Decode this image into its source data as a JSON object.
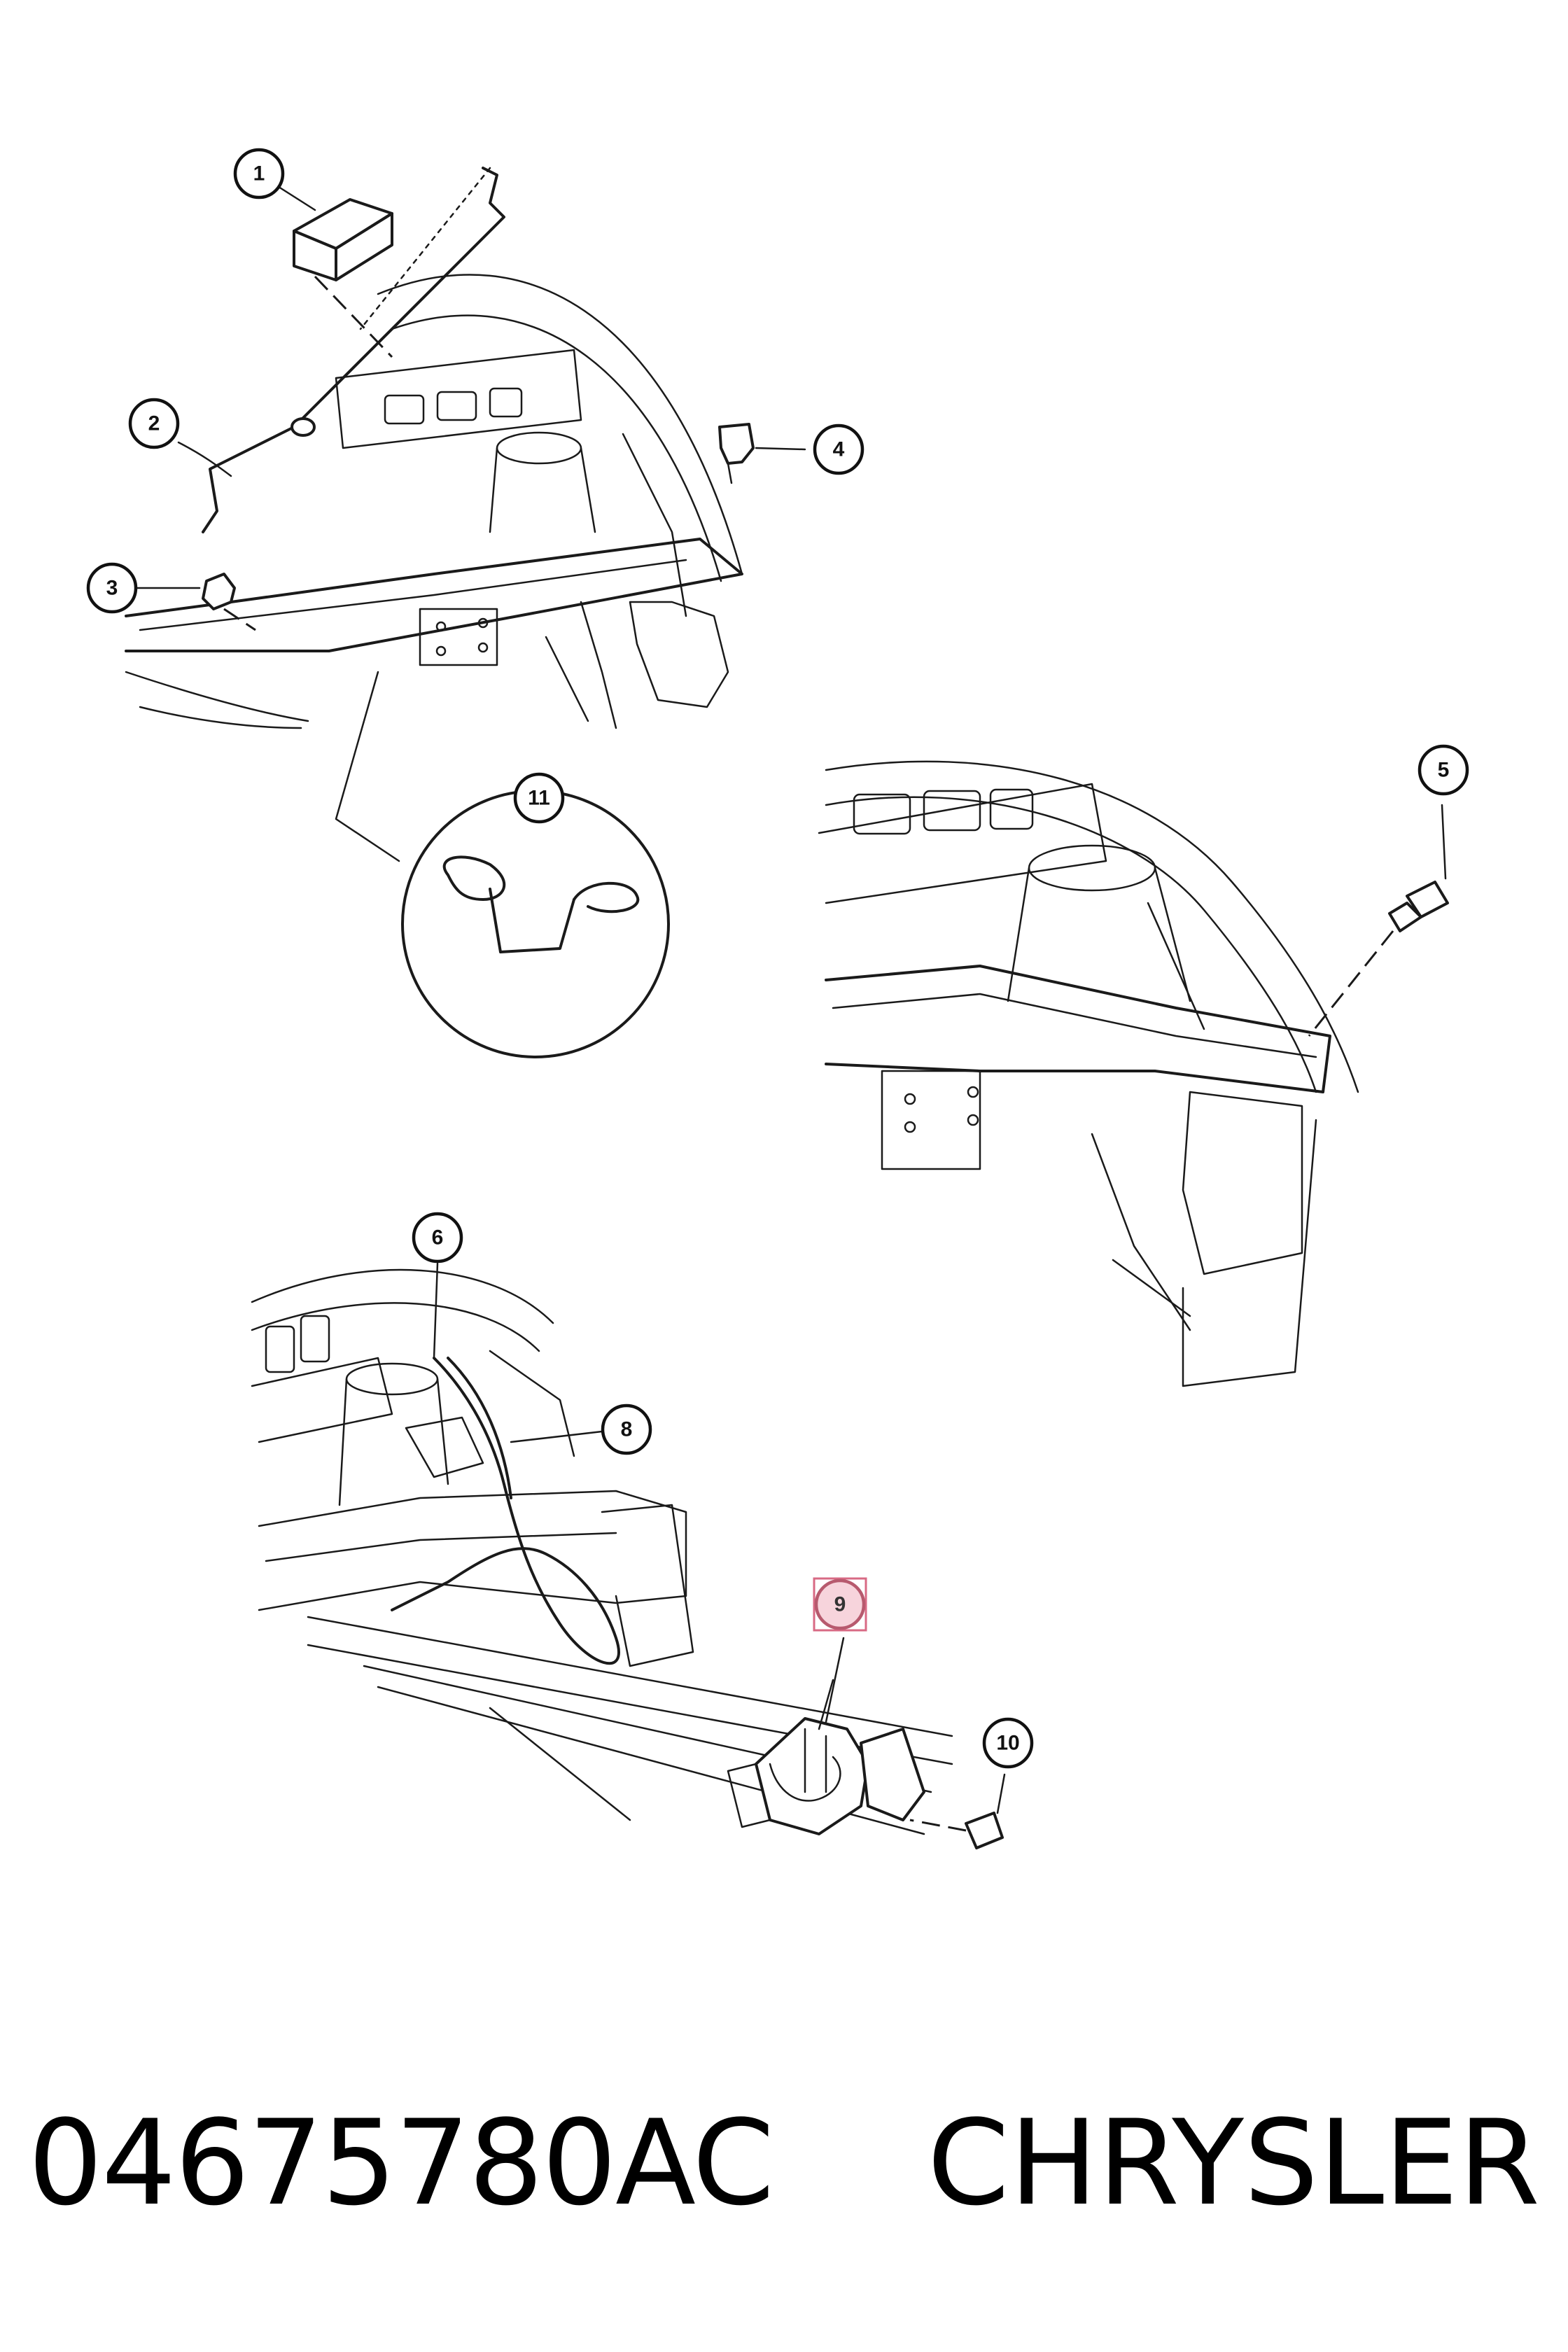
{
  "callouts": [
    {
      "label": "1",
      "highlighted": false
    },
    {
      "label": "2",
      "highlighted": false
    },
    {
      "label": "3",
      "highlighted": false
    },
    {
      "label": "4",
      "highlighted": false
    },
    {
      "label": "5",
      "highlighted": false
    },
    {
      "label": "6",
      "highlighted": false
    },
    {
      "label": "8",
      "highlighted": false
    },
    {
      "label": "9",
      "highlighted": true
    },
    {
      "label": "10",
      "highlighted": false
    },
    {
      "label": "11",
      "highlighted": false
    }
  ],
  "footer": {
    "part_number": "04675780AC",
    "brand": "CHRYSLER"
  }
}
